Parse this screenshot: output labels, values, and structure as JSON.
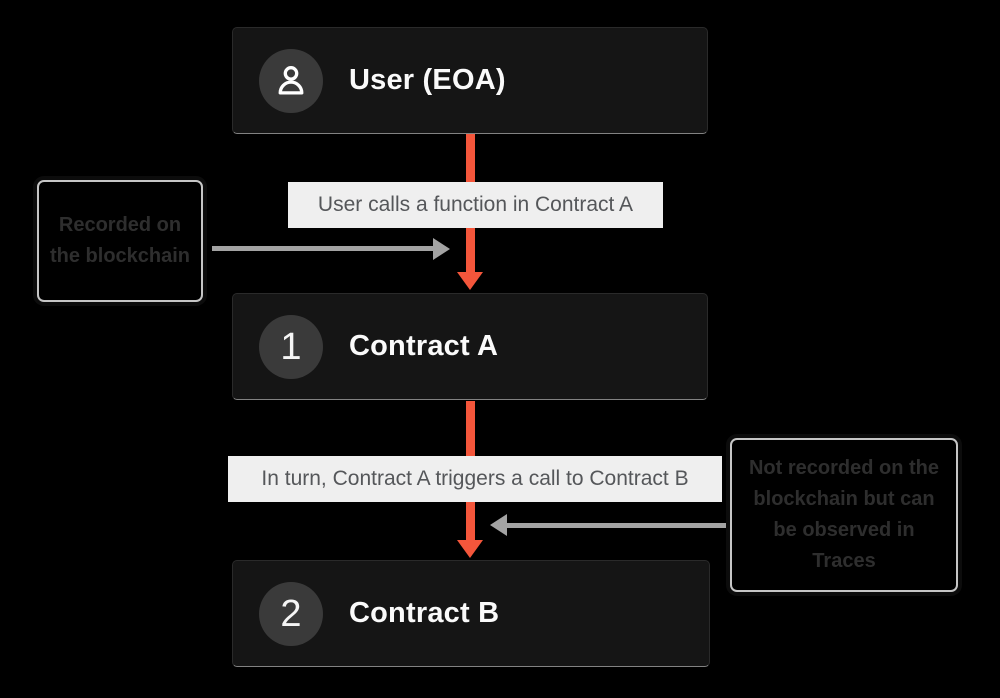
{
  "canvas": {
    "background": "#000000",
    "accent_orange": "#f4563b",
    "arrow_gray": "#a3a3a3",
    "card_bg": "#151515",
    "pill_bg": "#efefef"
  },
  "nodes": [
    {
      "id": "user",
      "label": "User (EOA)",
      "icon": "user-icon"
    },
    {
      "id": "contract-a",
      "label": "Contract A",
      "badge": "1"
    },
    {
      "id": "contract-b",
      "label": "Contract B",
      "badge": "2"
    }
  ],
  "flow_labels": [
    {
      "text": "User calls a function in Contract A"
    },
    {
      "text": "In turn, Contract A triggers a call to Contract B"
    }
  ],
  "annotations": [
    {
      "side": "left",
      "text": "Recorded on the blockchain"
    },
    {
      "side": "right",
      "text": "Not recorded on the blockchain but can be observed in Traces"
    }
  ]
}
